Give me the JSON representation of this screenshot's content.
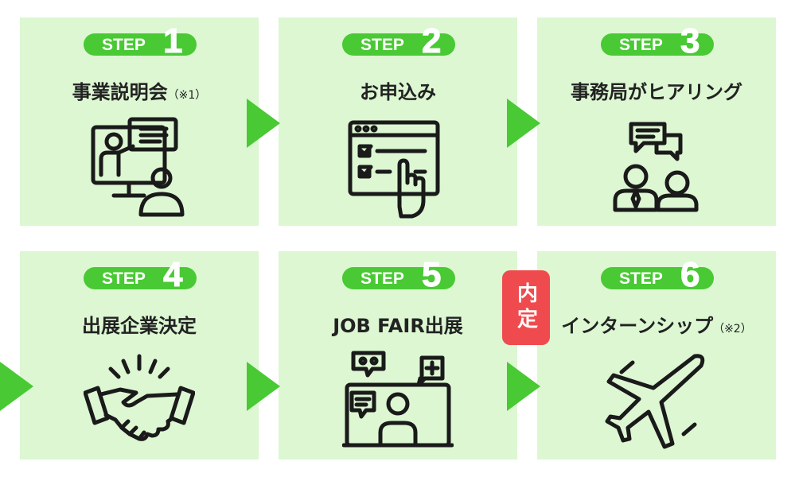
{
  "steps": [
    {
      "step_label": "STEP",
      "number": "1",
      "title": "事業説明会",
      "note": "（※1）",
      "icon": "presentation-icon"
    },
    {
      "step_label": "STEP",
      "number": "2",
      "title": "お申込み",
      "note": "",
      "icon": "web-form-icon"
    },
    {
      "step_label": "STEP",
      "number": "3",
      "title": "事務局がヒアリング",
      "note": "",
      "icon": "interview-icon"
    },
    {
      "step_label": "STEP",
      "number": "4",
      "title": "出展企業決定",
      "note": "",
      "icon": "handshake-icon"
    },
    {
      "step_label": "STEP",
      "number": "5",
      "title": "JOB FAIR出展",
      "note": "",
      "icon": "online-fair-icon"
    },
    {
      "step_label": "STEP",
      "number": "6",
      "title": "インターンシップ",
      "note": "（※2）",
      "icon": "airplane-icon"
    }
  ],
  "badge": {
    "label": "内定"
  },
  "colors": {
    "card": "#dcf7d2",
    "accent": "#49c934",
    "badge": "#ef4b4f",
    "text": "#222222"
  }
}
